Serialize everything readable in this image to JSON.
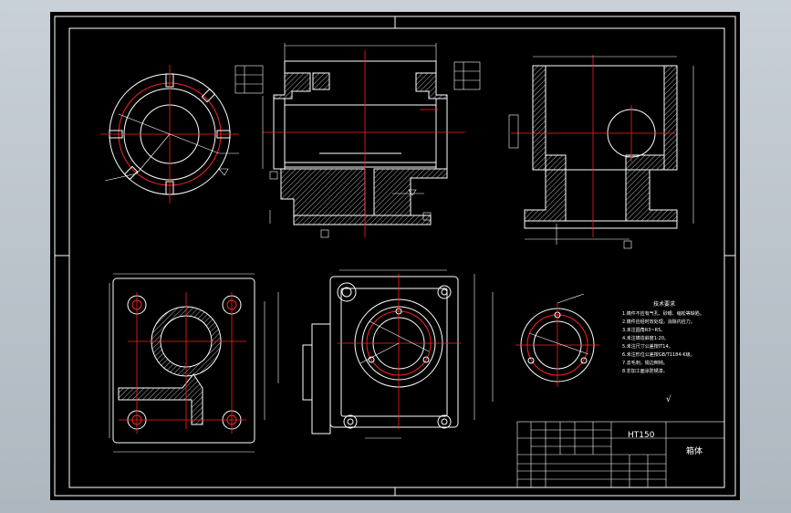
{
  "drawing": {
    "title_block": {
      "part_name": "箱体",
      "material": "HT150"
    },
    "technical_requirements": {
      "heading": "技术要求",
      "items": [
        "1.铸件不应有气孔、砂眼、缩松等缺陷。",
        "2.铸件应经时效处理，消除内应力。",
        "3.未注圆角R3~R5。",
        "4.未注铸造斜度1:20。",
        "5.未注尺寸公差按IT14。",
        "6.未注形位公差按GB/T1184-K级。",
        "7.去毛刺，锐边倒钝。",
        "8.非加工面涂防锈漆。"
      ]
    },
    "roughness_symbol": "√",
    "colors": {
      "background": "#000000",
      "outline": "#ffffff",
      "center_line": "#ff2020",
      "window": "#b6bec7"
    }
  }
}
